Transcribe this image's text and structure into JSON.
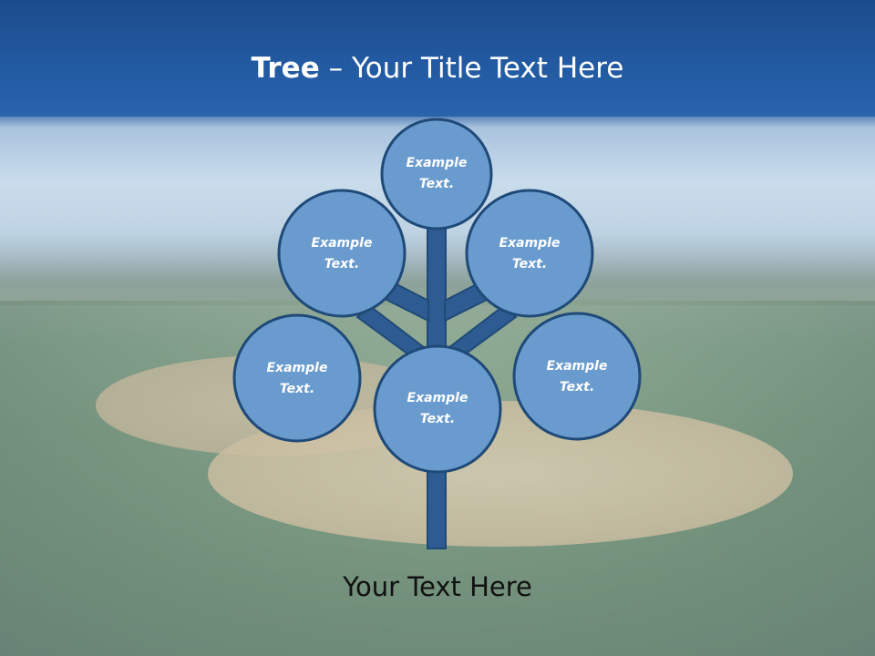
{
  "title": {
    "bold": "Tree",
    "rest": " – Your Title Text Here"
  },
  "nodes": [
    {
      "line1": "Example",
      "line2": "Text."
    },
    {
      "line1": "Example",
      "line2": "Text."
    },
    {
      "line1": "Example",
      "line2": "Text."
    },
    {
      "line1": "Example",
      "line2": "Text."
    },
    {
      "line1": "Example",
      "line2": "Text."
    },
    {
      "line1": "Example",
      "line2": "Text."
    }
  ],
  "footer": "Your Text Here",
  "colors": {
    "node_fill": "#6a9bce",
    "node_stroke": "#1f4a78",
    "trunk": "#2e5c92",
    "header": "#235ba3"
  }
}
